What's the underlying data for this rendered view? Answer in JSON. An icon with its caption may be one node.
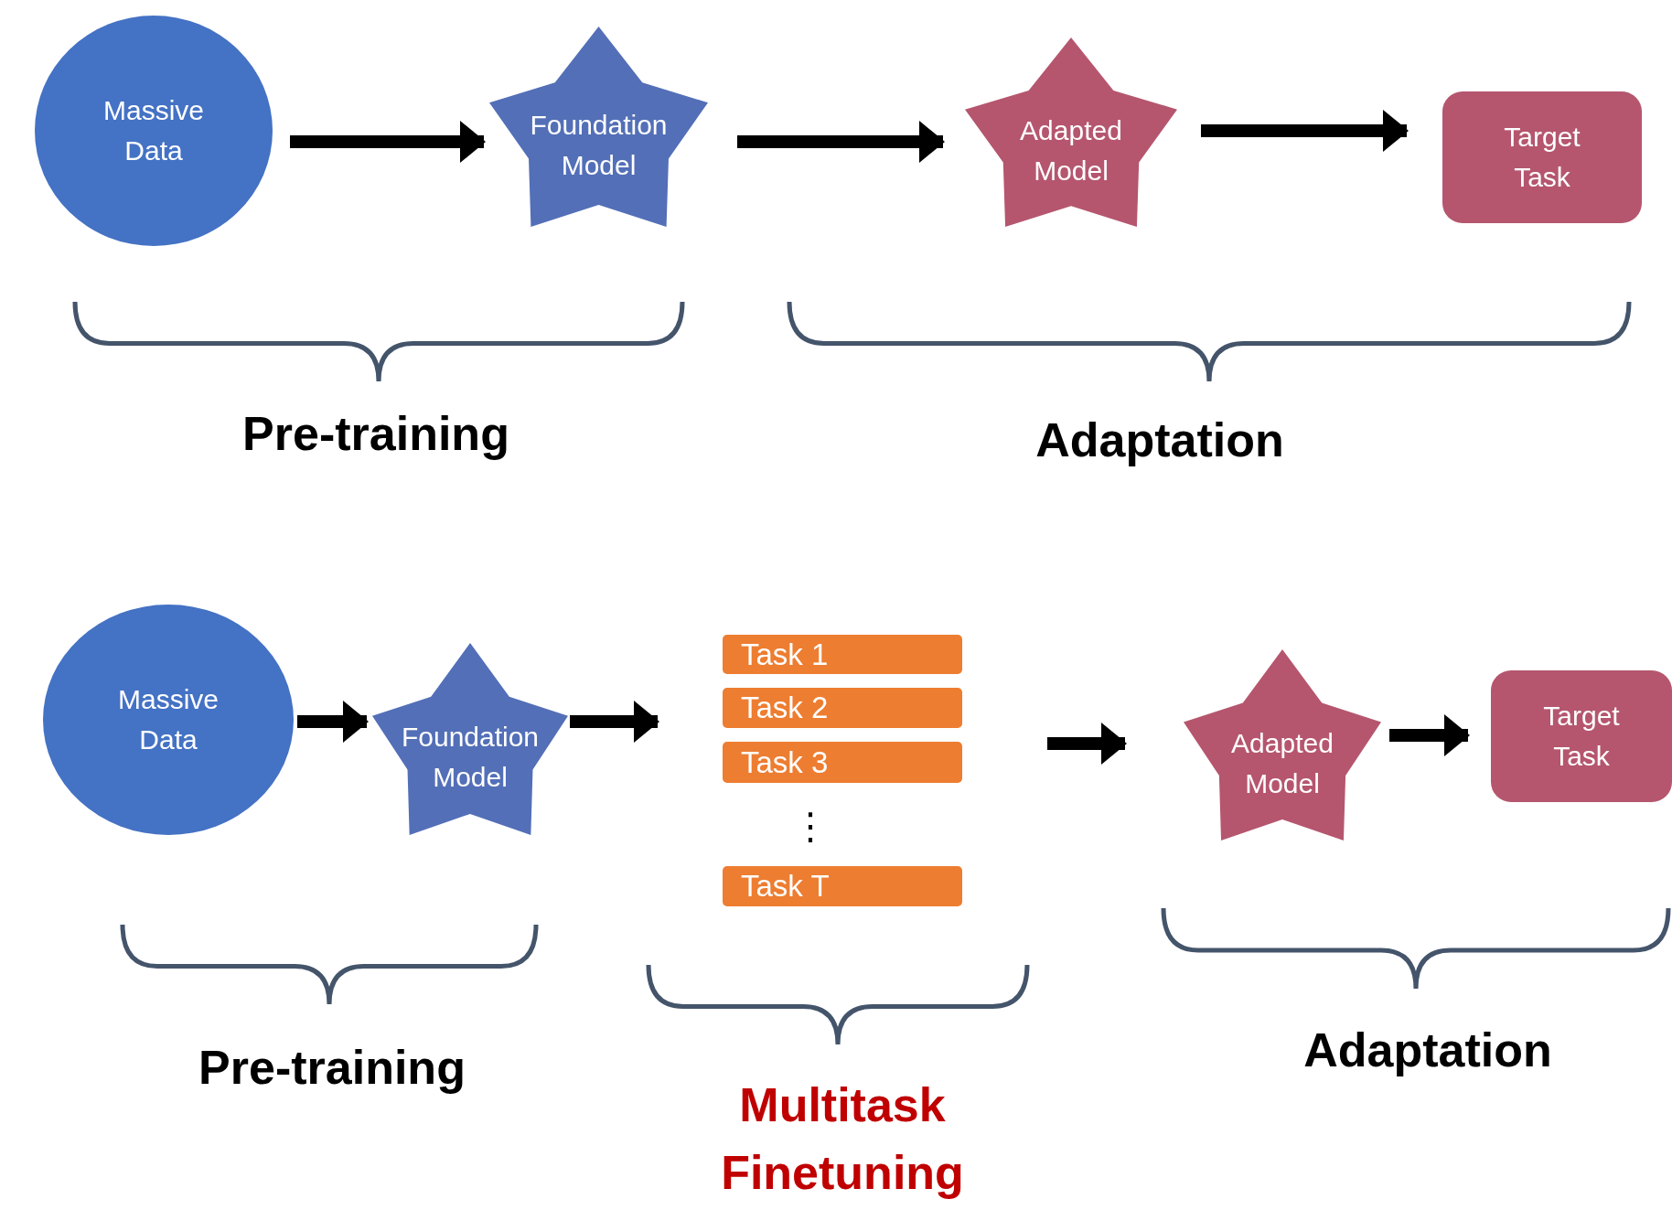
{
  "diagram": {
    "nodes": [
      {
        "text": [
          "Massive Data"
        ]
      },
      {
        "text": [
          "Foundation Model"
        ]
      },
      {
        "text": [
          "Adapted Model"
        ]
      },
      {
        "text": [
          "Target Task"
        ]
      },
      {
        "text": [
          "Massive Data"
        ]
      },
      {
        "text": [
          "Foundation Model"
        ]
      },
      {
        "text": [
          "Task 1"
        ]
      },
      {
        "text": [
          "Task 2"
        ]
      },
      {
        "text": [
          "Task 3"
        ]
      },
      {
        "text": [
          "Task T"
        ]
      },
      {
        "text": [
          "Adapted Model"
        ]
      },
      {
        "text": [
          "Target Task"
        ]
      }
    ],
    "edges": [
      {
        "from": 0,
        "to": 1,
        "arrow": "to"
      },
      {
        "from": 1,
        "to": 2,
        "arrow": "to"
      },
      {
        "from": 2,
        "to": 3,
        "arrow": "to"
      },
      {
        "from": 4,
        "to": 5,
        "arrow": "to"
      },
      {
        "from": 5,
        "to": 7,
        "arrow": "to"
      },
      {
        "from": 8,
        "to": 10,
        "arrow": "to"
      },
      {
        "from": 10,
        "to": 11,
        "arrow": "to"
      }
    ],
    "labels": [
      "Pre-training",
      "Adaptation",
      "⋮",
      "Pre-training",
      "Multitask Finetuning",
      "Adaptation"
    ]
  }
}
